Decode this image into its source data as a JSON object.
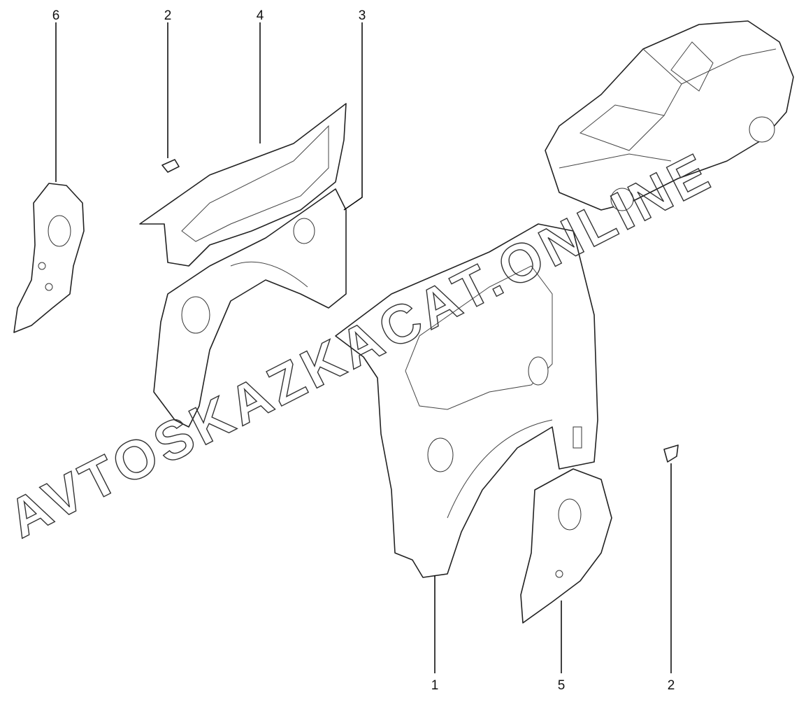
{
  "diagram": {
    "callouts": [
      {
        "id": "6",
        "label": "6"
      },
      {
        "id": "2a",
        "label": "2"
      },
      {
        "id": "4",
        "label": "4"
      },
      {
        "id": "3",
        "label": "3"
      },
      {
        "id": "1",
        "label": "1"
      },
      {
        "id": "5",
        "label": "5"
      },
      {
        "id": "2b",
        "label": "2"
      }
    ],
    "watermark": "AVTOSKAZKACAT.ONLINE"
  }
}
